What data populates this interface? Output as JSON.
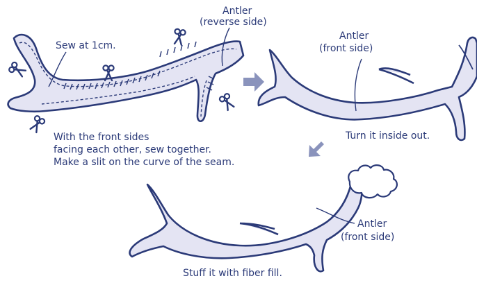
{
  "colors": {
    "outline": "#2b3a78",
    "fill": "#e4e4f3",
    "arrow": "#8a93bc",
    "text": "#2b3a78"
  },
  "step1": {
    "label_sew": "Sew at 1cm.",
    "label_antler_line1": "Antler",
    "label_antler_line2": "(reverse side)",
    "instructions": [
      "With the front sides",
      "facing each other, sew together.",
      "Make a slit on the curve of the seam."
    ],
    "icons": [
      "scissors-icon",
      "scissors-icon",
      "scissors-icon",
      "scissors-icon",
      "scissors-icon",
      "scissors-icon"
    ]
  },
  "step2": {
    "label_antler_line1": "Antler",
    "label_antler_line2": "(front side)",
    "caption": "Turn it inside out."
  },
  "step3": {
    "label_antler_line1": "Antler",
    "label_antler_line2": "(front side)",
    "caption": "Stuff it with fiber fill."
  }
}
